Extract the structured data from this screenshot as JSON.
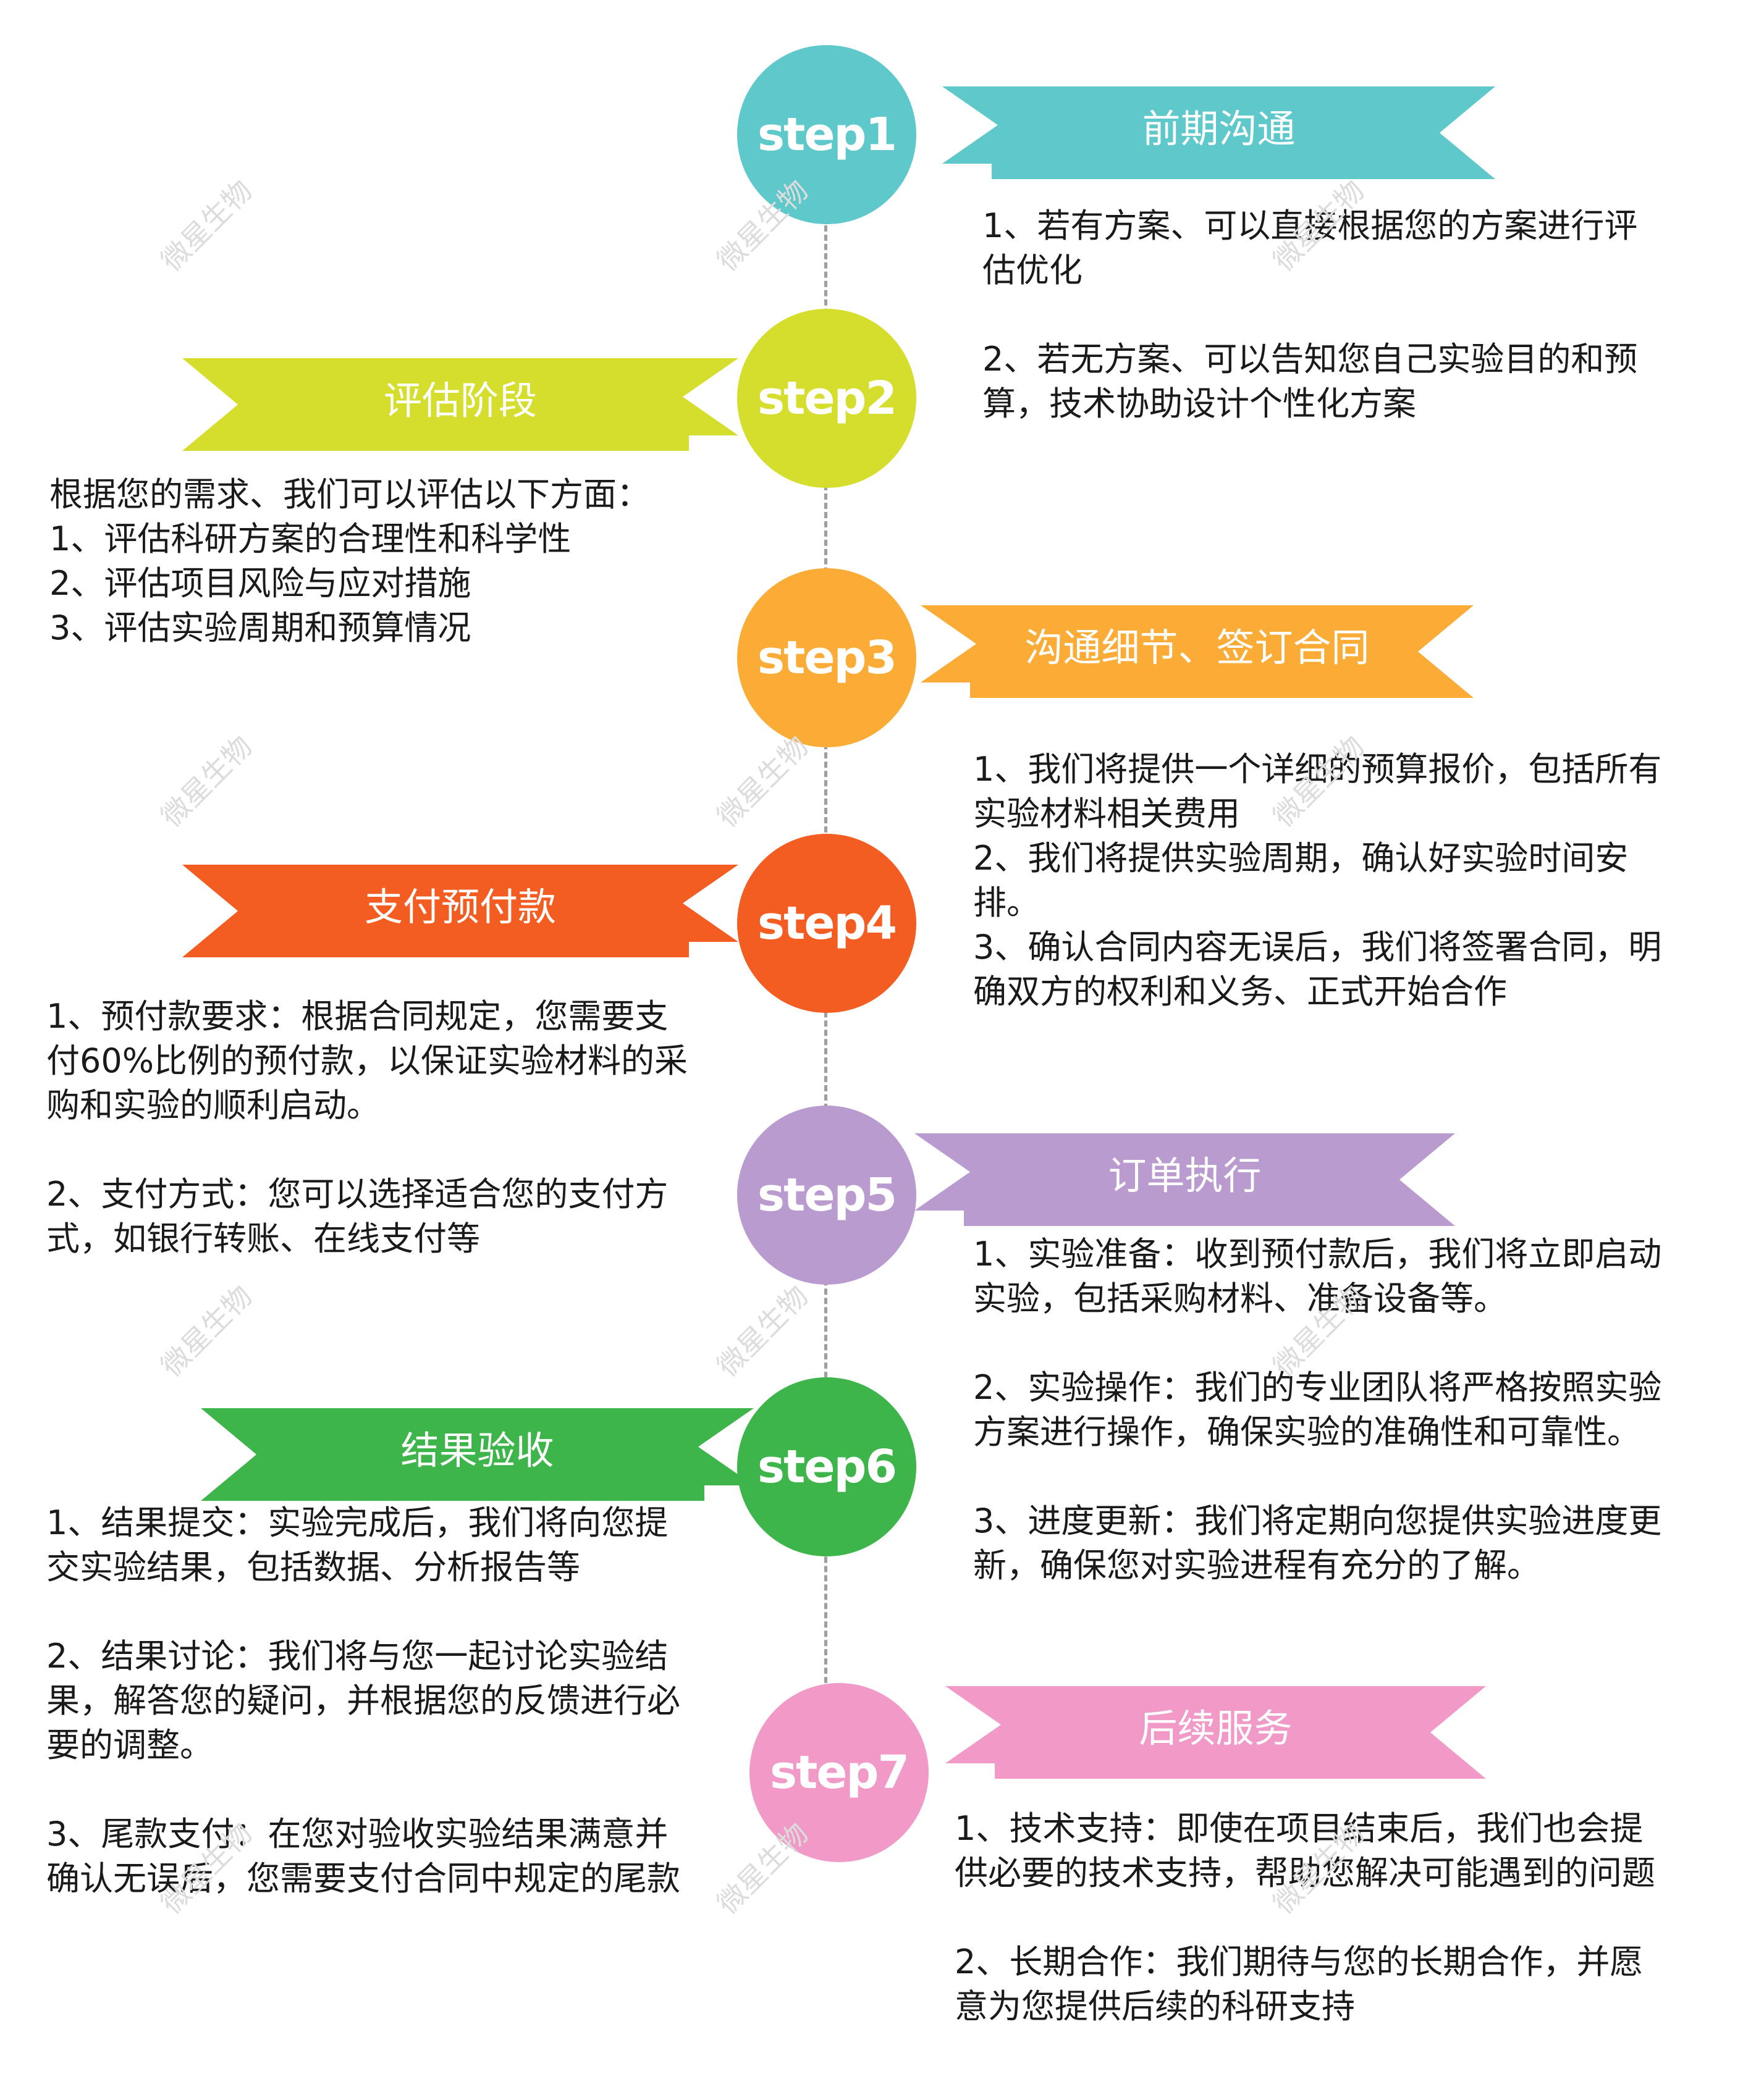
{
  "watermark": "微星生物",
  "steps": [
    {
      "id": "step1",
      "label": "step1",
      "color": "#5ec8cb",
      "banner": "前期沟通",
      "desc": [
        "1、若有方案、可以直接根据您的方案进行评",
        "估优化",
        "",
        "2、若无方案、可以告知您自己实验目的和预",
        "算，技术协助设计个性化方案"
      ]
    },
    {
      "id": "step2",
      "label": "step2",
      "color": "#d5de2d",
      "banner": "评估阶段",
      "desc": [
        "根据您的需求、我们可以评估以下方面：",
        "1、评估科研方案的合理性和科学性",
        "2、评估项目风险与应对措施",
        "3、评估实验周期和预算情况"
      ]
    },
    {
      "id": "step3",
      "label": "step3",
      "color": "#fbac36",
      "banner": "沟通细节、签订合同",
      "desc": [
        "1、我们将提供一个详细的预算报价，包括所有",
        "实验材料相关费用",
        "2、我们将提供实验周期，确认好实验时间安",
        "排。",
        "3、确认合同内容无误后，我们将签署合同，明",
        "确双方的权利和义务、正式开始合作"
      ]
    },
    {
      "id": "step4",
      "label": "step4",
      "color": "#f45d22",
      "banner": "支付预付款",
      "desc": [
        "1、预付款要求：根据合同规定，您需要支",
        "付60%比例的预付款，以保证实验材料的采",
        "购和实验的顺利启动。",
        "",
        "2、支付方式：您可以选择适合您的支付方",
        "式，如银行转账、在线支付等"
      ]
    },
    {
      "id": "step5",
      "label": "step5",
      "color": "#b99bcf",
      "banner": "订单执行",
      "desc": [
        "1、实验准备：收到预付款后，我们将立即启动",
        "实验，包括采购材料、准备设备等。",
        "",
        "2、实验操作：我们的专业团队将严格按照实验",
        "方案进行操作，确保实验的准确性和可靠性。",
        "",
        "3、进度更新：我们将定期向您提供实验进度更",
        "新，确保您对实验进程有充分的了解。"
      ]
    },
    {
      "id": "step6",
      "label": "step6",
      "color": "#3db54a",
      "banner": "结果验收",
      "desc": [
        "1、结果提交：实验完成后，我们将向您提",
        "交实验结果，包括数据、分析报告等",
        "",
        "2、结果讨论：我们将与您一起讨论实验结",
        "果，解答您的疑问，并根据您的反馈进行必",
        "要的调整。",
        "",
        "3、尾款支付：在您对验收实验结果满意并",
        "确认无误后，您需要支付合同中规定的尾款"
      ]
    },
    {
      "id": "step7",
      "label": "step7",
      "color": "#f19ac8",
      "banner": "后续服务",
      "desc": [
        "1、技术支持：即使在项目结束后，我们也会提",
        "供必要的技术支持，帮助您解决可能遇到的问题",
        "",
        "2、长期合作：我们期待与您的长期合作，并愿",
        "意为您提供后续的科研支持"
      ]
    }
  ]
}
